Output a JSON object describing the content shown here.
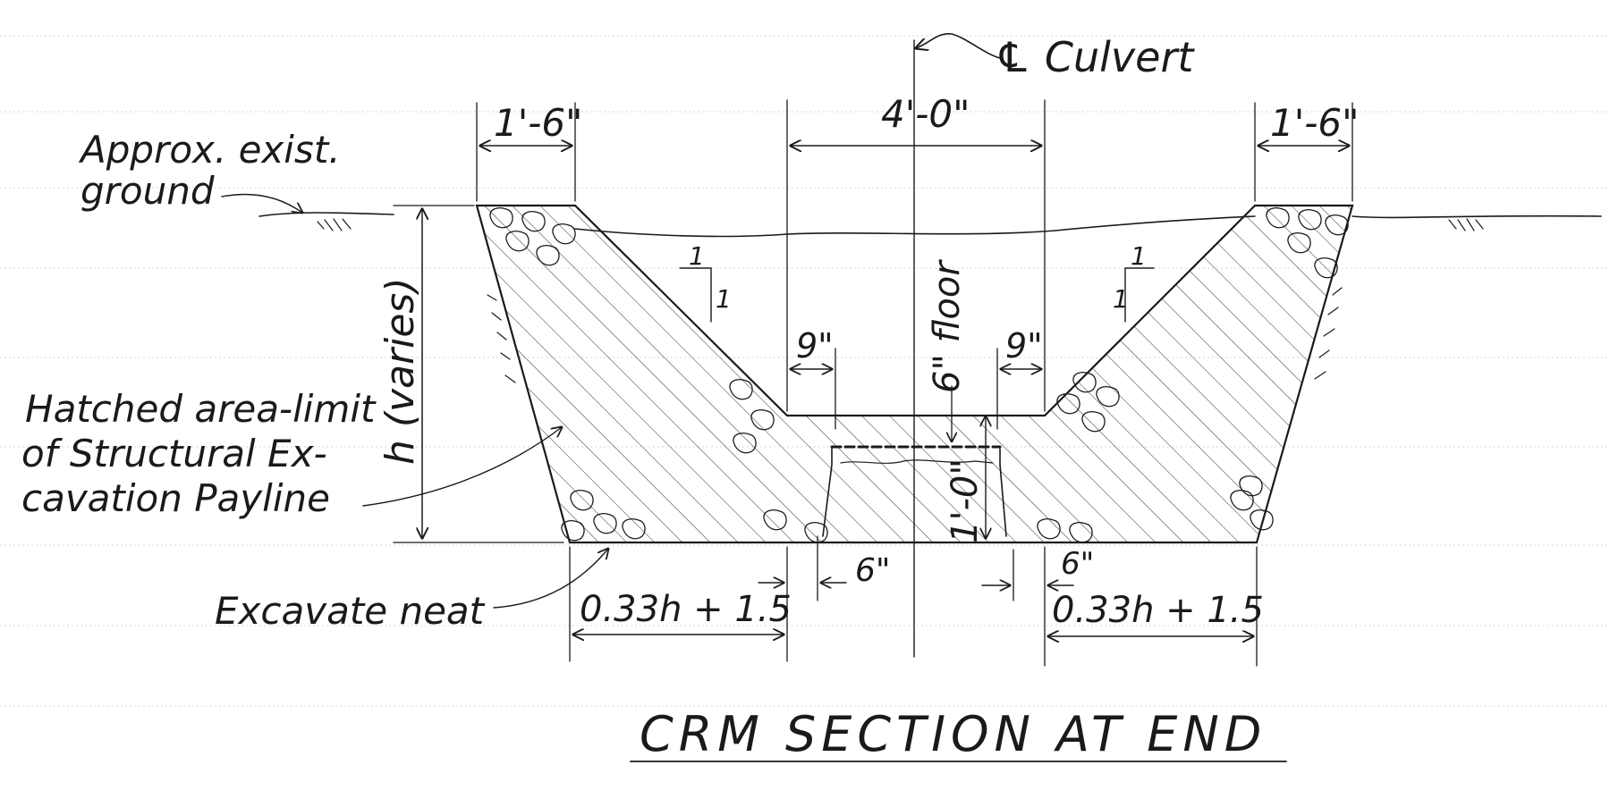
{
  "title": "CRM SECTION AT END",
  "centerline_label": "℄ Culvert",
  "dimensions": {
    "left_top_width": "1'-6\"",
    "channel_width": "4'-0\"",
    "right_top_width": "1'-6\"",
    "left_inset": "9\"",
    "right_inset": "9\"",
    "floor_thickness": "6\" floor",
    "wall_height": "1'-0\"",
    "height": "h (varies)",
    "slope_left": "1",
    "slope_left_run": "1",
    "slope_right": "1",
    "slope_right_run": "1",
    "left_bottom_width": "0.33h + 1.5",
    "right_bottom_width": "0.33h + 1.5",
    "left_footing": "6\"",
    "right_footing": "6\""
  },
  "annotations": {
    "ground_line1": "Approx. exist.",
    "ground_line2": "ground",
    "hatched_line1": "Hatched area-limit",
    "hatched_line2": "of Structural Ex-",
    "hatched_line3": "cavation Payline",
    "excavate": "Excavate neat"
  }
}
